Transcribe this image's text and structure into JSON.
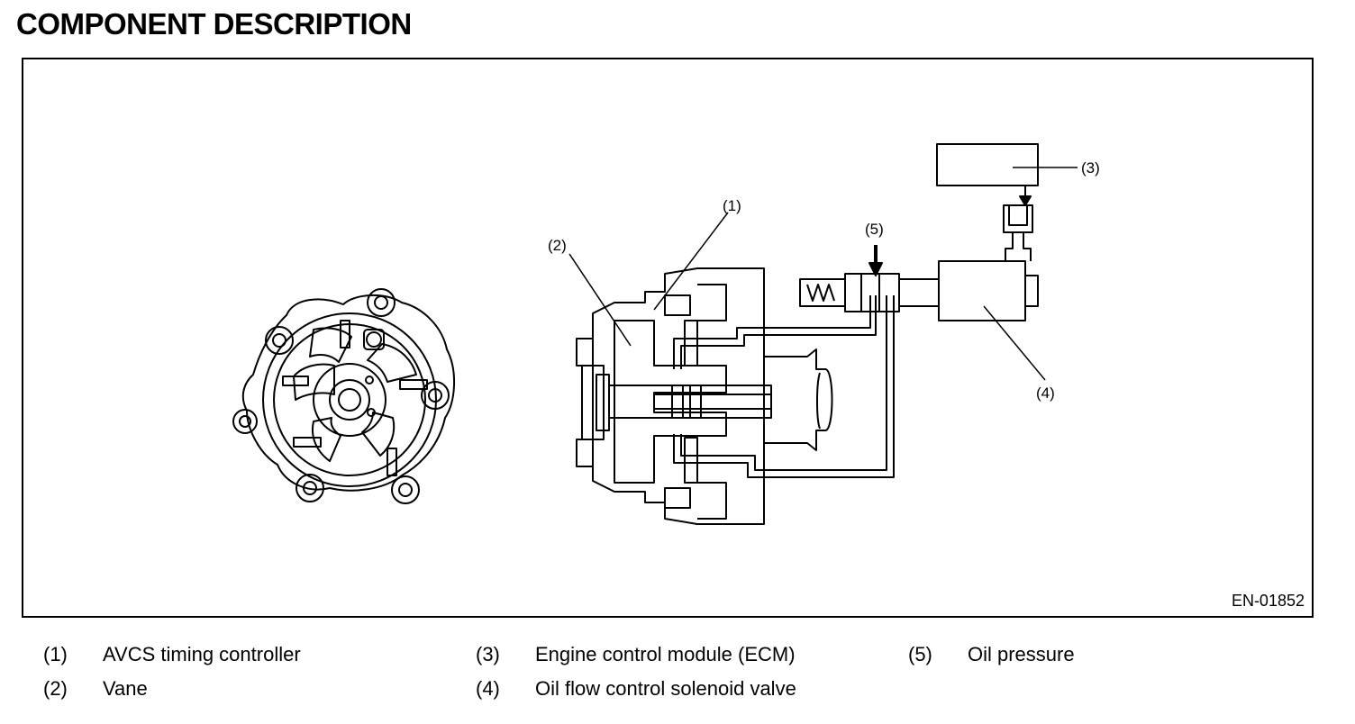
{
  "page": {
    "title": "COMPONENT DESCRIPTION"
  },
  "figure": {
    "code": "EN-01852",
    "callouts": [
      "(1)",
      "(2)",
      "(3)",
      "(4)",
      "(5)"
    ]
  },
  "legend": [
    {
      "num": "(1)",
      "text": "AVCS timing controller"
    },
    {
      "num": "(2)",
      "text": "Vane"
    },
    {
      "num": "(3)",
      "text": "Engine control module (ECM)"
    },
    {
      "num": "(4)",
      "text": "Oil flow control solenoid valve"
    },
    {
      "num": "(5)",
      "text": "Oil pressure"
    }
  ]
}
